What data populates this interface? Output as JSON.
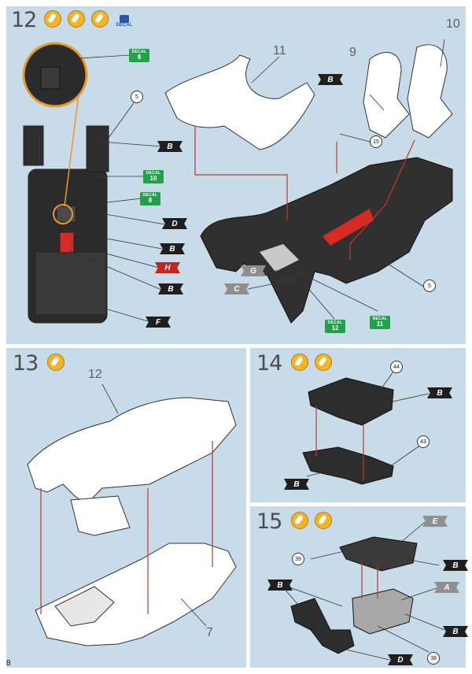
{
  "page_number": "8",
  "steps": [
    {
      "number": "12",
      "icons": [
        "glue-icon",
        "brush-icon",
        "star-icon",
        "decal-paint-icon"
      ],
      "decal_chip_label": "DECAL"
    },
    {
      "number": "13",
      "icons": [
        "glue-icon"
      ]
    },
    {
      "number": "14",
      "icons": [
        "glue-icon",
        "brush-icon"
      ]
    },
    {
      "number": "15",
      "icons": [
        "glue-icon",
        "brush-icon"
      ]
    }
  ],
  "part_numbers": {
    "p11": "11",
    "p9": "9",
    "p10": "10",
    "p12": "12",
    "p7": "7"
  },
  "callouts": {
    "c5a": "5",
    "c15": "15",
    "c5b": "5",
    "c44": "44",
    "c43": "43",
    "c39": "39",
    "c38": "38"
  },
  "paint_flags": {
    "b1": "B",
    "d1": "D",
    "b2": "B",
    "h1": "H",
    "b3": "B",
    "f1": "F",
    "b4": "B",
    "g1": "G",
    "c1": "C",
    "b5": "B",
    "b6": "B",
    "e1": "E",
    "b7": "B",
    "b8": "B",
    "a1": "A",
    "b9": "B",
    "d2": "D"
  },
  "decals": [
    {
      "label": "DECAL",
      "number": "8"
    },
    {
      "label": "DECAL",
      "number": "10"
    },
    {
      "label": "DECAL",
      "number": "8"
    },
    {
      "label": "DECAL",
      "number": "12"
    },
    {
      "label": "DECAL",
      "number": "11"
    }
  ],
  "colors": {
    "panel": "#c7dbe8",
    "flag_black": "#1f1f1f",
    "flag_grey": "#8f8f8f",
    "flag_red": "#c8231f",
    "decal_green": "#23a04a",
    "arrow_red": "#c0392b"
  }
}
